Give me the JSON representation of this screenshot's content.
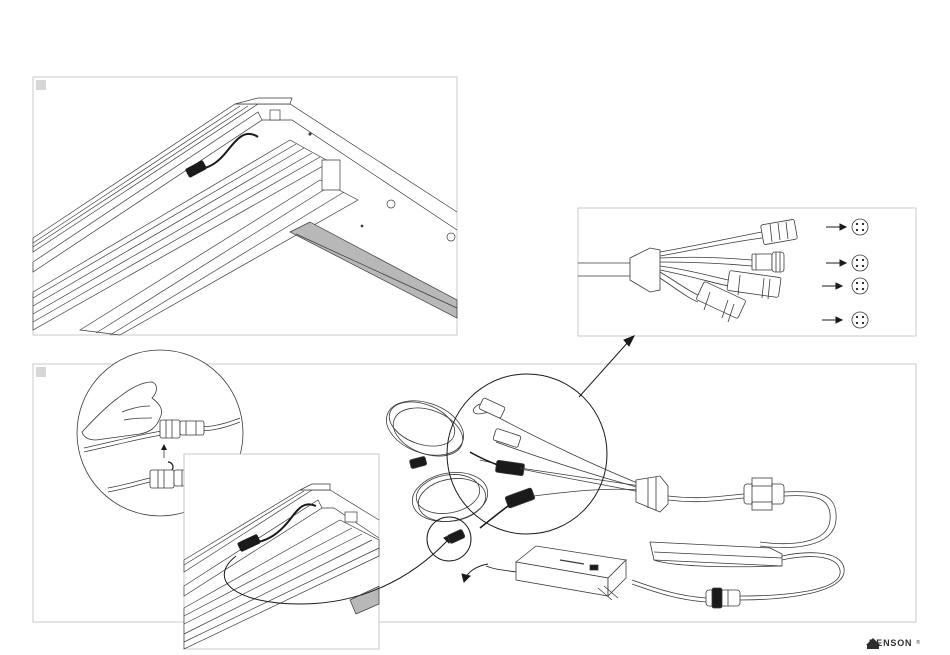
{
  "brand": {
    "name": "RENSON",
    "registered_mark": "®",
    "logo_icon": "renson-house-icon"
  },
  "diagram": {
    "step_marker_icon": "grey-square-step-marker",
    "steps": [
      {
        "panel": "frame-corner-connector-detail"
      },
      {
        "panel": "led-driver-connection-overview"
      }
    ],
    "detail_panel": {
      "cable_tails": 4,
      "pin_connector_icon": "four-pin-connector-icon"
    }
  },
  "colors": {
    "line": "#3a3a3a",
    "panel_border": "#bdbdbd",
    "step_marker": "#d6d6d6",
    "rail_shade": "#b8b8b8",
    "connector_dark": "#1a1a1a"
  }
}
